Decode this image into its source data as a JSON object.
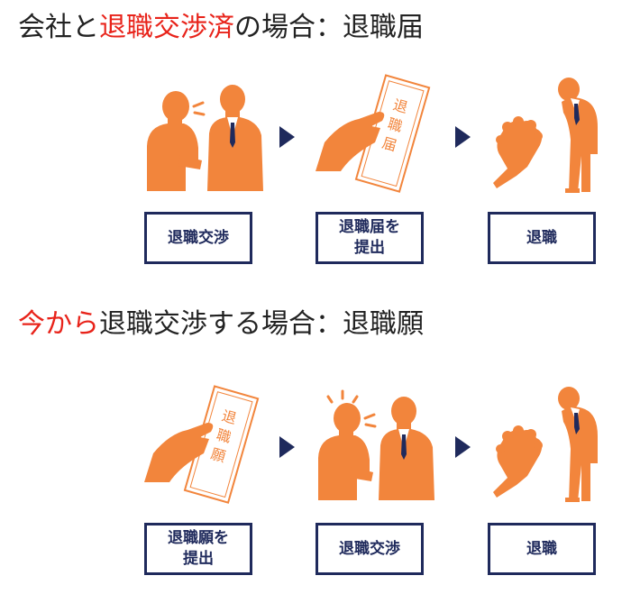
{
  "colors": {
    "orange": "#f2853c",
    "navy": "#1f2a5c",
    "red": "#e8231a",
    "text": "#222222"
  },
  "sections": [
    {
      "heading": {
        "pre": "会社と",
        "highlight": "退職交渉済",
        "post": "の場合：退職届"
      },
      "illustrations": [
        "negotiation-icon",
        "resignation-letter-icon",
        "bowing-with-bouquet-icon"
      ],
      "letter_text": [
        "退",
        "職",
        "届"
      ],
      "steps": [
        {
          "lines": [
            "退職交渉"
          ]
        },
        {
          "lines": [
            "退職届を",
            "提出"
          ]
        },
        {
          "lines": [
            "退職"
          ]
        }
      ]
    },
    {
      "heading": {
        "pre": "",
        "highlight": "今から",
        "post": "退職交渉する場合：退職願"
      },
      "illustrations": [
        "resignation-request-icon",
        "negotiation-icon",
        "bowing-with-bouquet-icon"
      ],
      "letter_text": [
        "退",
        "職",
        "願"
      ],
      "steps": [
        {
          "lines": [
            "退職願を",
            "提出"
          ]
        },
        {
          "lines": [
            "退職交渉"
          ]
        },
        {
          "lines": [
            "退職"
          ]
        }
      ]
    }
  ]
}
